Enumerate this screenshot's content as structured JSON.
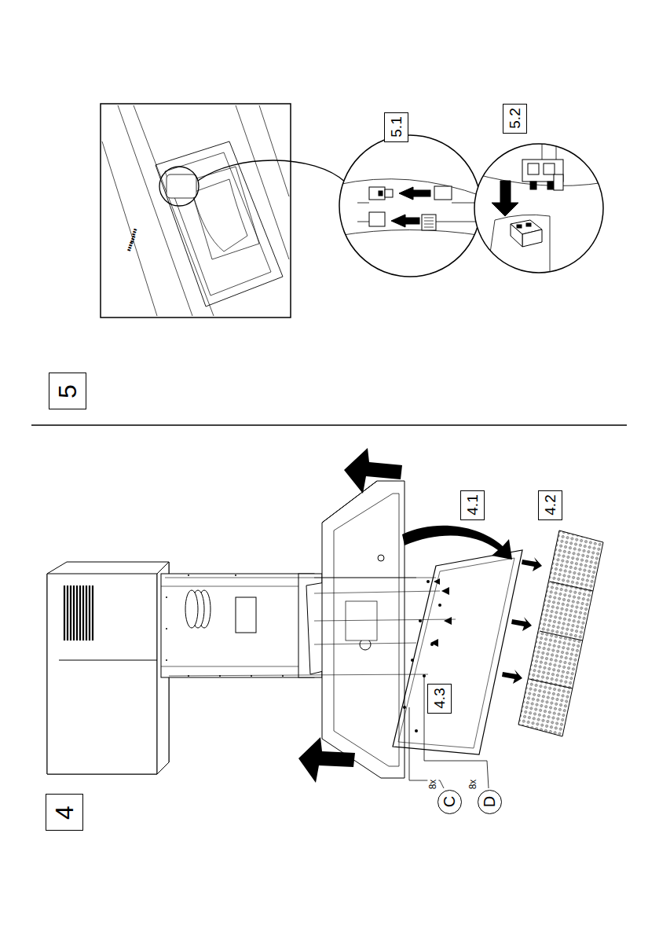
{
  "diagram": {
    "nodes": [
      {
        "text": [
          "5.1"
        ]
      },
      {
        "text": [
          "5.2"
        ]
      },
      {
        "text": [
          "5"
        ]
      },
      {
        "text": [
          "4"
        ]
      },
      {
        "text": [
          "4.1"
        ]
      },
      {
        "text": [
          "4.2"
        ]
      },
      {
        "text": [
          "4.3"
        ]
      },
      {
        "text": [
          "C",
          "8x"
        ]
      },
      {
        "text": [
          "D",
          "8x"
        ]
      }
    ]
  }
}
